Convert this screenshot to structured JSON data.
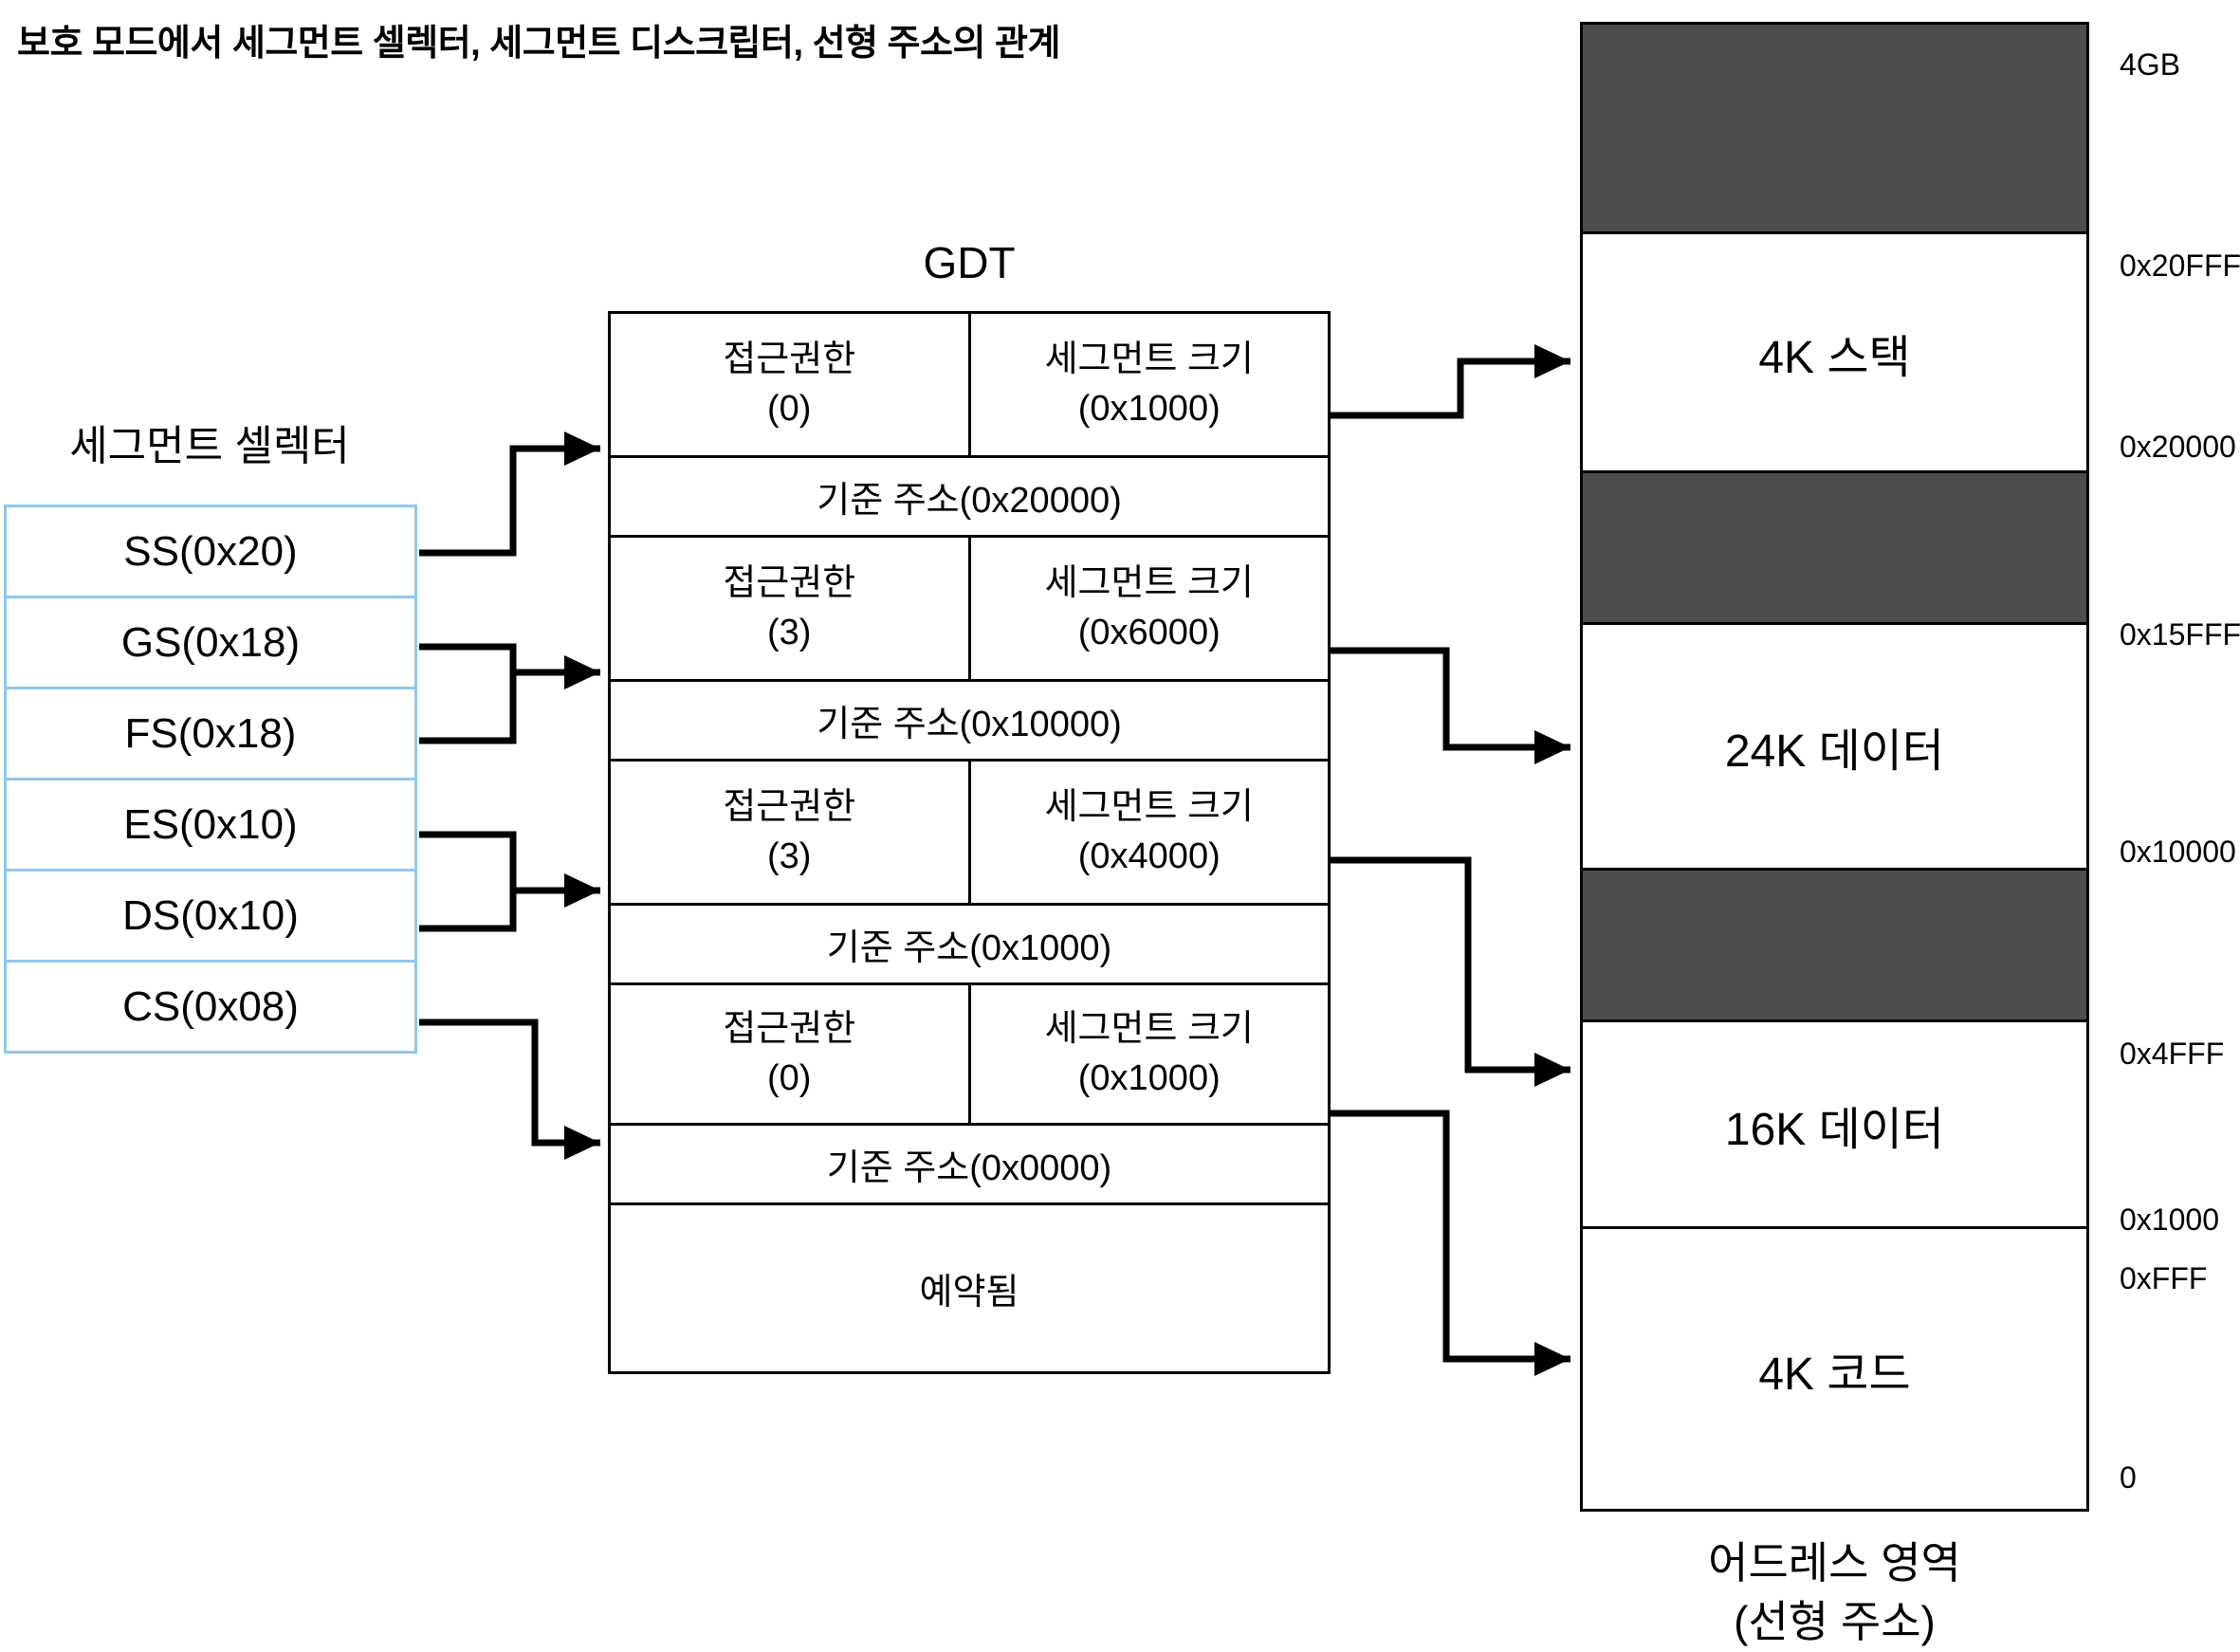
{
  "title": "보호 모드에서 세그먼트 셀렉터, 세그먼트 디스크립터, 선형 주소의 관계",
  "selectors": {
    "heading": "세그먼트 셀렉터",
    "items": [
      {
        "label": "SS(0x20)"
      },
      {
        "label": "GS(0x18)"
      },
      {
        "label": "FS(0x18)"
      },
      {
        "label": "ES(0x10)"
      },
      {
        "label": "DS(0x10)"
      },
      {
        "label": "CS(0x08)"
      }
    ]
  },
  "gdt": {
    "label": "GDT",
    "entries": [
      {
        "access_label": "접근권한",
        "access_value": "(0)",
        "size_label": "세그먼트 크기",
        "size_value": "(0x1000)",
        "base": "기준 주소(0x20000)"
      },
      {
        "access_label": "접근권한",
        "access_value": "(3)",
        "size_label": "세그먼트 크기",
        "size_value": "(0x6000)",
        "base": "기준 주소(0x10000)"
      },
      {
        "access_label": "접근권한",
        "access_value": "(3)",
        "size_label": "세그먼트 크기",
        "size_value": "(0x4000)",
        "base": "기준 주소(0x1000)"
      },
      {
        "access_label": "접근권한",
        "access_value": "(0)",
        "size_label": "세그먼트 크기",
        "size_value": "(0x1000)",
        "base": "기준 주소(0x0000)"
      }
    ],
    "reserved": "예약됨"
  },
  "memory": {
    "regions": [
      {
        "label": "",
        "filled": true
      },
      {
        "label": "4K 스택",
        "filled": false
      },
      {
        "label": "",
        "filled": true
      },
      {
        "label": "24K 데이터",
        "filled": false
      },
      {
        "label": "",
        "filled": true
      },
      {
        "label": "16K 데이터",
        "filled": false
      },
      {
        "label": "4K 코드",
        "filled": false
      }
    ],
    "address_labels": [
      "4GB",
      "0x20FFF",
      "0x20000",
      "0x15FFF",
      "0x10000",
      "0x4FFF",
      "0x1000",
      "0xFFF",
      "0"
    ],
    "caption_line1": "어드레스 영역",
    "caption_line2": "(선형 주소)"
  },
  "colors": {
    "used_block": "#4d4d4d",
    "selector_border": "#8fc8e8",
    "line": "#000000"
  }
}
